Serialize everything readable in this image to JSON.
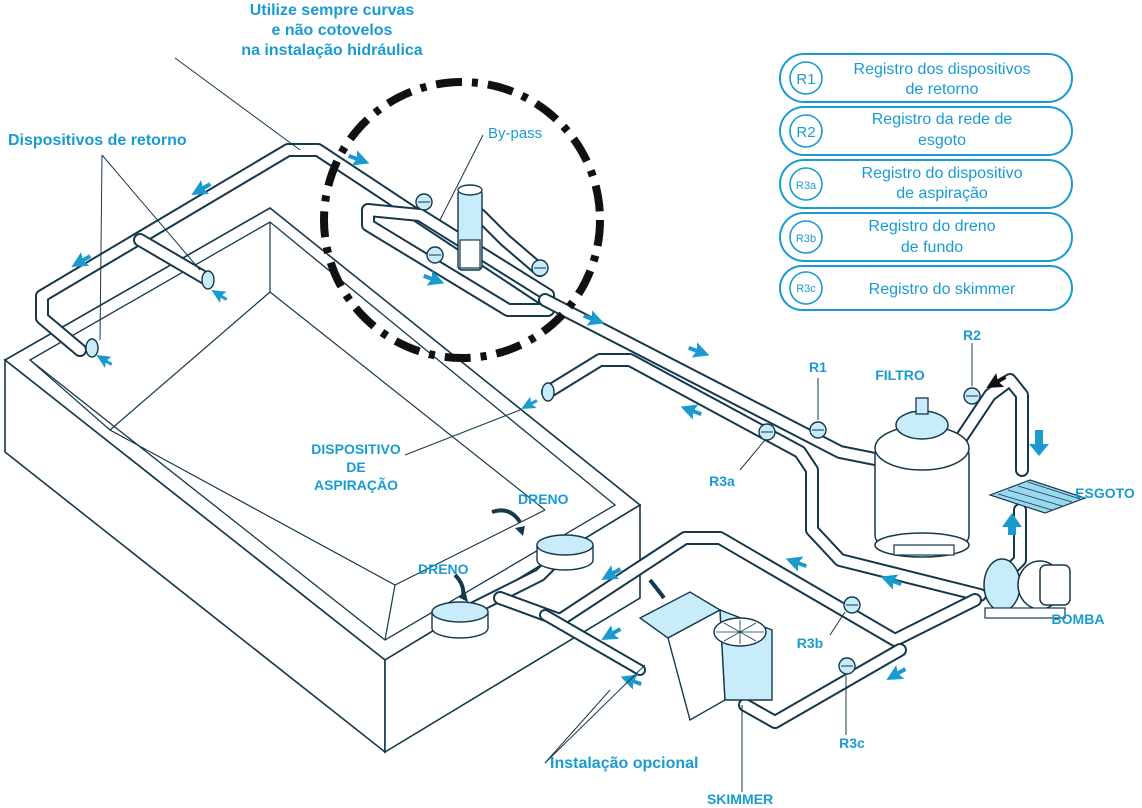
{
  "note": {
    "line1": "Utilize sempre curvas",
    "line2": "e não cotovelos",
    "line3": "na instalação hidráulica"
  },
  "labels": {
    "dispositivos_retorno": "Dispositivos de retorno",
    "bypass": "By-pass",
    "dispositivo_aspiracao_1": "DISPOSITIVO",
    "dispositivo_aspiracao_2": "DE",
    "dispositivo_aspiracao_3": "ASPIRAÇÃO",
    "dreno_top": "DRENO",
    "dreno_left": "DRENO",
    "instalacao_opcional": "Instalação opcional",
    "skimmer": "SKIMMER",
    "filtro": "FILTRO",
    "bomba": "BOMBA",
    "esgoto": "ESGOTO",
    "r1": "R1",
    "r2": "R2",
    "r3a": "R3a",
    "r3b": "R3b",
    "r3c": "R3c"
  },
  "legend": [
    {
      "code": "R1",
      "line1": "Registro dos dispositivos",
      "line2": "de retorno"
    },
    {
      "code": "R2",
      "line1": "Registro da rede de",
      "line2": "esgoto"
    },
    {
      "code": "R3a",
      "line1": "Registro do dispositivo",
      "line2": "de aspiração"
    },
    {
      "code": "R3b",
      "line1": "Registro do dreno",
      "line2": "de fundo"
    },
    {
      "code": "R3c",
      "line1": "Registro do skimmer",
      "line2": ""
    }
  ],
  "colors": {
    "accent": "#1a9bd0",
    "line": "#15384b",
    "fill_light": "#c9ecfa"
  }
}
